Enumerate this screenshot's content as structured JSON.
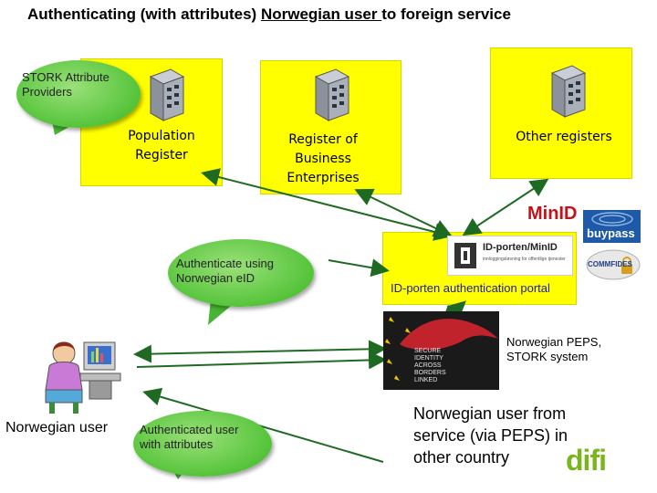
{
  "title": {
    "prefix": "Authenticating (with attributes) ",
    "underlined": "Norwegian user ",
    "suffix": "to foreign service"
  },
  "bubbles": {
    "stork_attribute_providers": "STORK Attribute Providers",
    "authenticate_norwegian_eid": "Authenticate using Norwegian eID",
    "authenticated_user": "Authenticated user with attributes"
  },
  "registers": {
    "population": "Population Register",
    "business": "Register of Business Enterprises",
    "other": "Other registers"
  },
  "portal": {
    "label": "ID-porten authentication portal",
    "logo_text": "ID-porten/MinID",
    "logo_sub": "innloggingsløsning for offentlige tjenester"
  },
  "logos": {
    "minid": "MinID",
    "buypass": "buypass",
    "commfides": "COMMFIDES",
    "stork_lines": [
      "SECURE",
      "IDENTITY",
      "ACROSS",
      "BORDERS",
      "LINKED"
    ],
    "difi": "difi"
  },
  "peps": "Norwegian PEPS, STORK system",
  "user_label": "Norwegian user",
  "service_text": "Norwegian user from service (via PEPS) in other country",
  "colors": {
    "register_box": "#ffff00",
    "bubble_green": "#55c43a",
    "arrow": "#1f6a23",
    "portal_label": "#1a1aa6",
    "difi_green": "#7ab51d"
  }
}
